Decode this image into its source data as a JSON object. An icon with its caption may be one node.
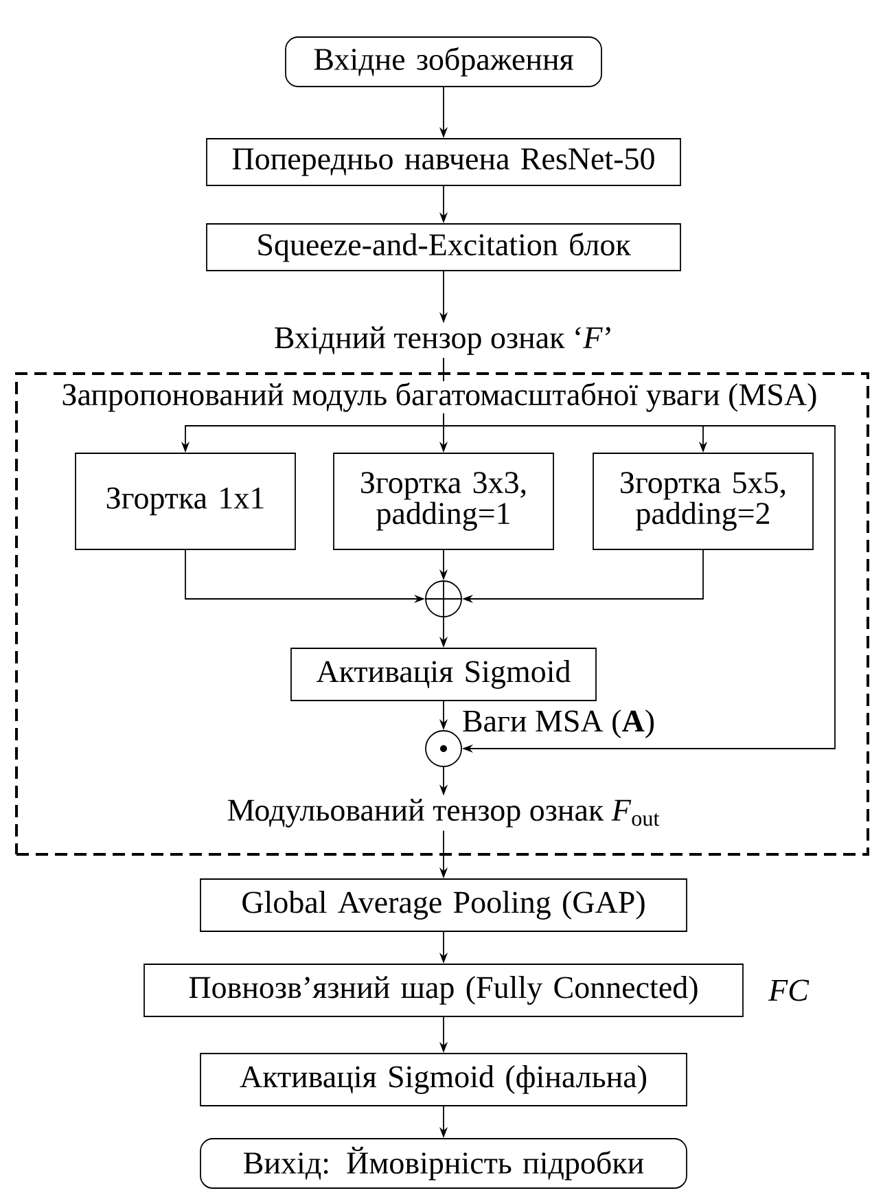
{
  "diagram": {
    "nodes": [
      {
        "text": [
          "Вхідне зображення"
        ]
      },
      {
        "text": [
          "Попередньо навчена ResNet-50"
        ]
      },
      {
        "text": [
          "Squeeze-and-Excitation блок"
        ]
      },
      {
        "text": [
          "Вхідний тензор ознак ‘*F*’"
        ]
      },
      {
        "text": [
          "Запропонований модуль багатомасштабної уваги (MSA)"
        ]
      },
      {
        "text": [
          "Згортка 1x1"
        ],
        "in": 4
      },
      {
        "text": [
          "Згортка 3x3, padding=1"
        ],
        "in": 4
      },
      {
        "text": [
          "Згортка 5x5, padding=2"
        ],
        "in": 4
      },
      {
        "text": [],
        "shape": "circle",
        "in": 4
      },
      {
        "text": [
          "Активація Sigmoid"
        ],
        "in": 4
      },
      {
        "text": [],
        "shape": "circle",
        "in": 4
      },
      {
        "text": [
          "Модульований тензор ознак *F*$_{out}$"
        ],
        "in": 4
      },
      {
        "text": [
          "Global Average Pooling (GAP)"
        ]
      },
      {
        "text": [
          "Повнозв’язний шар (Fully Connected)"
        ],
        "beside": [
          "FC"
        ]
      },
      {
        "text": [
          "Активація Sigmoid (фінальна)"
        ]
      },
      {
        "text": [
          "Вихід: Ймовірність підробки"
        ]
      }
    ],
    "edges": [
      {
        "from": 0,
        "to": 1,
        "arrow": "to"
      },
      {
        "from": 1,
        "to": 2,
        "arrow": "to"
      },
      {
        "from": 2,
        "to": 3,
        "arrow": "to"
      },
      {
        "from": 3,
        "to": 5,
        "arrow": "to"
      },
      {
        "from": 3,
        "to": 6,
        "arrow": "to"
      },
      {
        "from": 3,
        "to": 7,
        "arrow": "to"
      },
      {
        "from": 3,
        "to": 10,
        "arrow": "to"
      },
      {
        "from": 5,
        "to": 8,
        "arrow": "to"
      },
      {
        "from": 6,
        "to": 8,
        "arrow": "to"
      },
      {
        "from": 7,
        "to": 8,
        "arrow": "to"
      },
      {
        "from": 8,
        "to": 9,
        "arrow": "to"
      },
      {
        "from": 9,
        "to": 10,
        "arrow": "to"
      },
      {
        "from": 10,
        "to": 11,
        "arrow": "to"
      },
      {
        "from": 11,
        "to": 12,
        "arrow": "to"
      },
      {
        "from": 12,
        "to": 13,
        "arrow": "to"
      },
      {
        "from": 13,
        "to": 14,
        "arrow": "to"
      },
      {
        "from": 14,
        "to": 15,
        "arrow": "to"
      }
    ],
    "labels": [
      "Ваги MSA (**A**)"
    ]
  }
}
